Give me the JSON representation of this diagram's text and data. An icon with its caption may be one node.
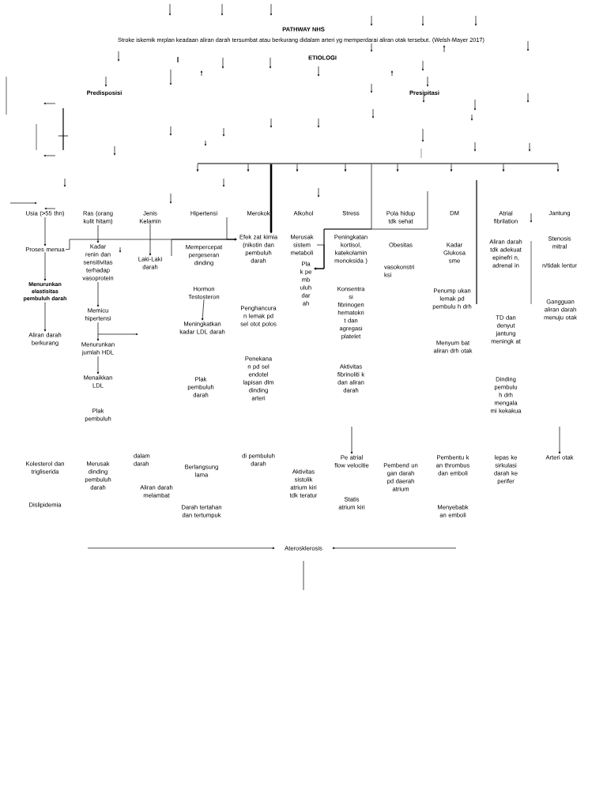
{
  "diagram": {
    "title": "PATHWAY NHS",
    "nodes": [
      {
        "text": [
          "Usia (>55 thn)"
        ]
      },
      {
        "text": [
          "Proses menua"
        ]
      },
      {
        "text": [
          "Menurunkan elastisitas pembuluh darah"
        ]
      },
      {
        "text": [
          "Aliran darah berkurang"
        ]
      },
      {
        "text": [
          "Ras (orang kulit hitam)"
        ]
      },
      {
        "text": [
          "Kadar renin dan sensitivitas terhadap vasoprotein"
        ]
      },
      {
        "text": [
          "Memicu hipertensi"
        ]
      },
      {
        "text": [
          "Menurunkan jumlah HDL"
        ]
      },
      {
        "text": [
          "Menaikkan LDL"
        ]
      },
      {
        "text": [
          "Plak pembuluh"
        ]
      },
      {
        "text": [
          "Jenis Kelamin"
        ]
      },
      {
        "text": [
          "Laki-Laki darah"
        ]
      },
      {
        "text": [
          "Hipertensi"
        ]
      },
      {
        "text": [
          "Mempercepat pergeseran dinding"
        ]
      },
      {
        "text": [
          "Hormon Testosteron"
        ]
      },
      {
        "text": [
          "Meningkatkan kadar LDL darah"
        ]
      },
      {
        "text": [
          "Plak pembuluh darah"
        ]
      },
      {
        "text": [
          "Merokok"
        ]
      },
      {
        "text": [
          "Efek zat kimia (nikotin dan pembuluh darah"
        ]
      },
      {
        "text": [
          "Penghancura n lemak pd sel otot polos"
        ]
      },
      {
        "text": [
          "Penekana n pd sel endotel lapisan dlm dinding arteri"
        ]
      },
      {
        "text": [
          "Alkohol"
        ]
      },
      {
        "text": [
          "Merusak sistem metaboli"
        ]
      },
      {
        "text": [
          "Pla k pe mb uluh dar ah"
        ]
      },
      {
        "text": [
          "Stress"
        ]
      },
      {
        "text": [
          "Peningkatan kortisol, katekolamin monoksida )"
        ]
      },
      {
        "text": [
          "Konsentra si fibrinogen hematokri t dan agregasi platelet"
        ]
      },
      {
        "text": [
          "Aktivitas fibrinoliti k dan aliran darah"
        ]
      },
      {
        "text": [
          "Pola hidup tdk sehat"
        ]
      },
      {
        "text": [
          "Obesitas"
        ]
      },
      {
        "text": [
          "vasokonstri ksi"
        ]
      },
      {
        "text": [
          "DM"
        ]
      },
      {
        "text": [
          "Kadar Glukosa sme"
        ]
      },
      {
        "text": [
          "Penump ukan lemak pd pembulu h drh"
        ]
      },
      {
        "text": [
          "Menyum bat aliran drh otak"
        ]
      },
      {
        "text": [
          "Atrial fibrilation"
        ]
      },
      {
        "text": [
          "Aliran darah tdk adekuat epinefri n, adrenal in"
        ]
      },
      {
        "text": [
          "TD dan denyut jantung meningk at"
        ]
      },
      {
        "text": [
          "Dinding pembulu h drh mengala mi kekakua"
        ]
      },
      {
        "text": [
          "Jantung"
        ]
      },
      {
        "text": [
          "Stenosis mitral"
        ]
      },
      {
        "text": [
          "n/tidak lentur"
        ]
      },
      {
        "text": [
          "Gangguan aliran darah menuju otak"
        ]
      },
      {
        "text": [
          "Kolesterol dan trigliserida"
        ]
      },
      {
        "text": [
          "Dislipidemia"
        ]
      },
      {
        "text": [
          "Merusak dinding pembuluh darah"
        ]
      },
      {
        "text": [
          "dalam darah"
        ]
      },
      {
        "text": [
          "Aliran darah melambat"
        ]
      },
      {
        "text": [
          "Berlangsung lama"
        ]
      },
      {
        "text": [
          "Darah tertahan dan tertumpuk"
        ]
      },
      {
        "text": [
          "di pembuluh darah"
        ]
      },
      {
        "text": [
          "Aktivitas sistolik atrium kiri tdk teratur"
        ]
      },
      {
        "text": [
          "Pe atrial flow velocitie"
        ]
      },
      {
        "text": [
          "Statis atrium kiri"
        ]
      },
      {
        "text": [
          "Pembend un gan darah pd daerah atrium"
        ]
      },
      {
        "text": [
          "Pembentu k an thrombus dan emboli"
        ]
      },
      {
        "text": [
          "Menyebabk an emboli"
        ]
      },
      {
        "text": [
          "lepas ke sirkulasi darah ke perifer"
        ]
      },
      {
        "text": [
          "Arteri otak"
        ]
      },
      {
        "text": [
          "Aterosklerosis"
        ]
      },
      {
        "text": [],
        "shape": "bar"
      }
    ],
    "edges": [
      {
        "from": 0,
        "to": 1,
        "arrow": "to"
      },
      {
        "from": 1,
        "to": 2,
        "arrow": "to"
      },
      {
        "from": 2,
        "to": 3,
        "arrow": "to"
      },
      {
        "from": 4,
        "to": 5,
        "arrow": "to"
      },
      {
        "from": 5,
        "to": 6,
        "arrow": "to"
      },
      {
        "from": 6,
        "to": 7,
        "arrow": "to"
      },
      {
        "from": 7,
        "to": 8,
        "arrow": "to"
      },
      {
        "from": 10,
        "to": 11,
        "arrow": "to"
      },
      {
        "from": 14,
        "to": 15,
        "arrow": "to"
      },
      {
        "from": 1,
        "to": 18,
        "arrow": "to"
      },
      {
        "from": 60,
        "to": 18,
        "arrow": "to",
        "style": "thick"
      },
      {
        "from": 60,
        "to": 23,
        "arrow": "to"
      },
      {
        "from": null,
        "to": 52,
        "arrow": "to"
      },
      {
        "from": null,
        "to": 58,
        "arrow": "to"
      },
      {
        "from": null,
        "to": 59,
        "arrow": "to"
      },
      {
        "from": null,
        "to": 59,
        "arrow": "to"
      },
      {
        "from": 12,
        "to": 18,
        "arrow": "to"
      },
      {
        "from": 11,
        "to": 18,
        "arrow": "to"
      },
      {
        "from": null,
        "to": 23,
        "arrow": "to"
      },
      {
        "from": 22,
        "to": 23,
        "arrow": "to"
      },
      {
        "from": 60,
        "to": null,
        "arrow": "to"
      },
      {
        "from": 60,
        "to": null,
        "arrow": "to"
      },
      {
        "from": 60,
        "to": null,
        "arrow": "to"
      },
      {
        "from": 60,
        "to": null,
        "arrow": "to"
      },
      {
        "from": 60,
        "to": null,
        "arrow": "to"
      },
      {
        "from": 60,
        "to": null,
        "arrow": "to"
      },
      {
        "from": 60,
        "to": null,
        "arrow": "to"
      },
      {
        "from": 60,
        "to": null,
        "arrow": "to"
      }
    ],
    "labels": [
      "Stroke iskemik mrplan keadaan aliran darah tersumbat atau berkurang didalam arteri yg memperdarai aliran otak tersebut. (Welsh-Mayer 2017)",
      "ETIOLOGI",
      "Predisposisi",
      "Presipitasi"
    ]
  }
}
